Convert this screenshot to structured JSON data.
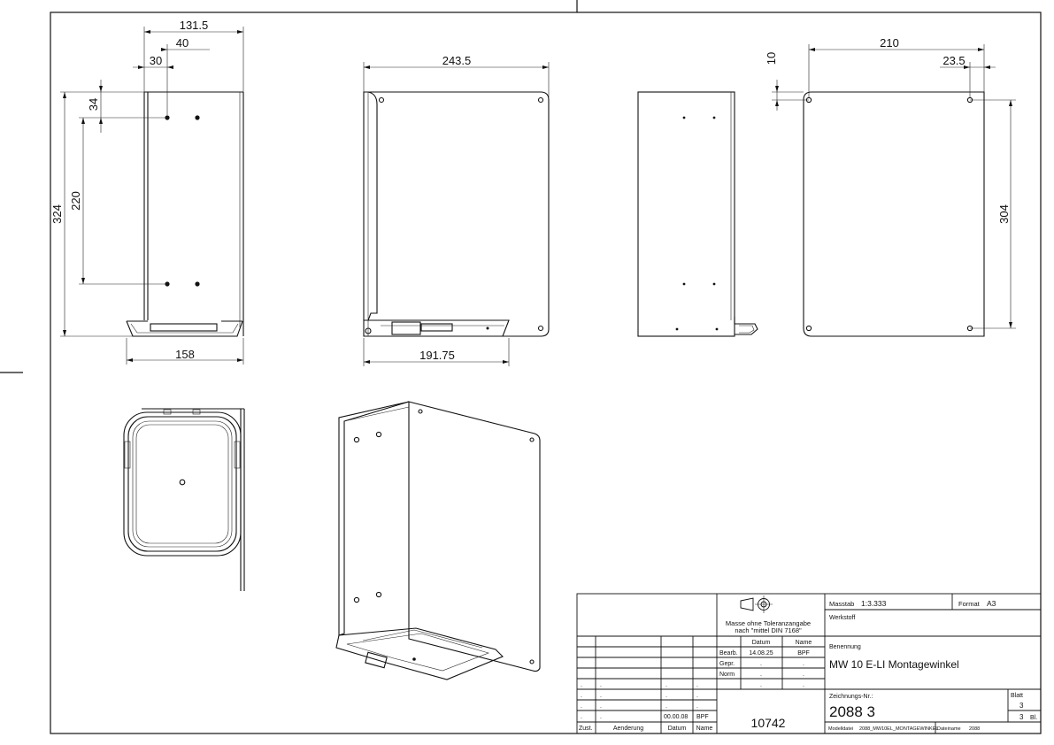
{
  "dimensions": {
    "v1_131_5": "131.5",
    "v1_40": "40",
    "v1_30": "30",
    "v1_34": "34",
    "v1_220": "220",
    "v1_324": "324",
    "v1_158": "158",
    "v2_243_5": "243.5",
    "v2_191_75": "191.75",
    "v4_10": "10",
    "v4_210": "210",
    "v4_23_5": "23.5",
    "v4_304": "304"
  },
  "title_block": {
    "tolerance_note_1": "Masse ohne Toleranzangabe",
    "tolerance_note_2": "nach \"mittel DIN 7168\"",
    "col_datum": "Datum",
    "col_name": "Name",
    "row_bearb": "Bearb.",
    "row_gepr": "Gepr.",
    "row_norm": "Norm",
    "bearb_datum": "14.08.25",
    "bearb_name": "BPF",
    "dot": ".",
    "rev_datum": "00.00.08",
    "rev_name": "BPF",
    "label_zust": "Zust.",
    "label_aenderung": "Aenderung",
    "label_datum": "Datum",
    "label_name": "Name",
    "number_center": "10742",
    "label_massstab": "Masstab",
    "massstab_value": "1:3.333",
    "label_format": "Format",
    "format_value": "A3",
    "label_werkstoff": "Werkstoff",
    "label_benennung": "Benennung",
    "benennung_value": "MW 10 E-LI Montagewinkel",
    "label_zeichnungsnr": "Zeichnungs-Nr.:",
    "zeichnungsnr_value": "2088 3",
    "label_blatt": "Blatt",
    "blatt_value": "3",
    "blatt_total": "3",
    "blatt_unit": "Bl.",
    "label_modelldatei": "Modelldatei",
    "modelldatei_value": "2088_MW10EL_MONTAGEWINKEL",
    "label_dateiname": "Dateiname",
    "dateiname_value": "2088"
  }
}
